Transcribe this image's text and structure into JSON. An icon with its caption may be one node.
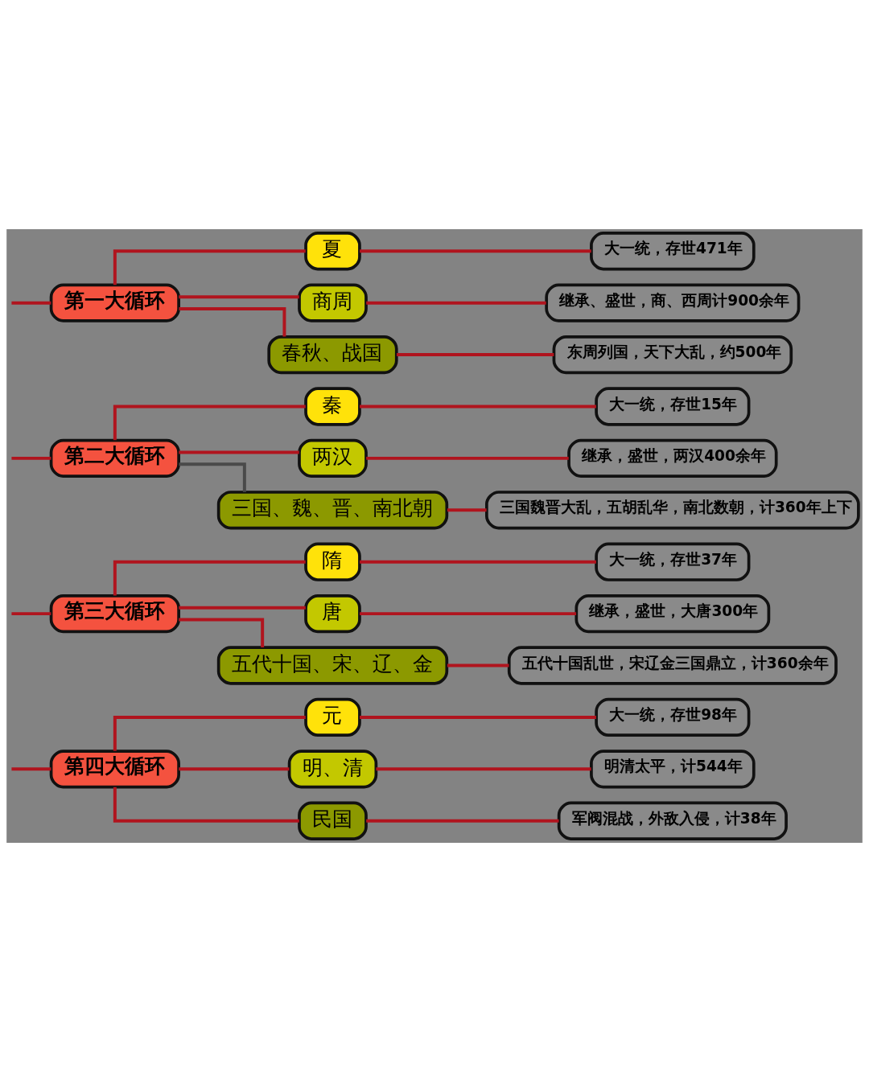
{
  "diagram": {
    "nodes": [
      {
        "text": [
          "第一大循环"
        ]
      },
      {
        "text": [
          "夏"
        ]
      },
      {
        "text": [
          "大一统，存世471年"
        ]
      },
      {
        "text": [
          "商周"
        ]
      },
      {
        "text": [
          "继承、盛世，商、西周计900余年"
        ]
      },
      {
        "text": [
          "春秋、战国"
        ]
      },
      {
        "text": [
          "东周列国，天下大乱，约500年"
        ]
      },
      {
        "text": [
          "第二大循环"
        ]
      },
      {
        "text": [
          "秦"
        ]
      },
      {
        "text": [
          "大一统，存世15年"
        ]
      },
      {
        "text": [
          "两汉"
        ]
      },
      {
        "text": [
          "继承，盛世，两汉400余年"
        ]
      },
      {
        "text": [
          "三国、魏、晋、南北朝"
        ]
      },
      {
        "text": [
          "三国魏晋大乱，五胡乱华，南北数朝，计360年上下"
        ]
      },
      {
        "text": [
          "第三大循环"
        ]
      },
      {
        "text": [
          "隋"
        ]
      },
      {
        "text": [
          "大一统，存世37年"
        ]
      },
      {
        "text": [
          "唐"
        ]
      },
      {
        "text": [
          "继承，盛世，大唐300年"
        ]
      },
      {
        "text": [
          "五代十国、宋、辽、金"
        ]
      },
      {
        "text": [
          "五代十国乱世，宋辽金三国鼎立，计360余年"
        ]
      },
      {
        "text": [
          "第四大循环"
        ]
      },
      {
        "text": [
          "元"
        ]
      },
      {
        "text": [
          "大一统，存世98年"
        ]
      },
      {
        "text": [
          "明、清"
        ]
      },
      {
        "text": [
          "明清太平，计544年"
        ]
      },
      {
        "text": [
          "民国"
        ]
      },
      {
        "text": [
          "军阀混战，外敌入侵，计38年"
        ]
      }
    ],
    "edges": [
      {
        "from": null,
        "to": 0,
        "arrow": "none"
      },
      {
        "from": 0,
        "to": 1,
        "arrow": "none"
      },
      {
        "from": 1,
        "to": 2,
        "arrow": "none"
      },
      {
        "from": 0,
        "to": 3,
        "arrow": "none"
      },
      {
        "from": 3,
        "to": 4,
        "arrow": "none"
      },
      {
        "from": 0,
        "to": 5,
        "arrow": "none"
      },
      {
        "from": 5,
        "to": 6,
        "arrow": "none"
      },
      {
        "from": null,
        "to": 7,
        "arrow": "none"
      },
      {
        "from": 7,
        "to": 8,
        "arrow": "none"
      },
      {
        "from": 8,
        "to": 9,
        "arrow": "none"
      },
      {
        "from": 7,
        "to": 10,
        "arrow": "none"
      },
      {
        "from": 10,
        "to": 11,
        "arrow": "none"
      },
      {
        "from": 7,
        "to": 12,
        "arrow": "none",
        "color": "#4a4a4a"
      },
      {
        "from": 12,
        "to": 13,
        "arrow": "none"
      },
      {
        "from": null,
        "to": 14,
        "arrow": "none"
      },
      {
        "from": 14,
        "to": 15,
        "arrow": "none"
      },
      {
        "from": 15,
        "to": 16,
        "arrow": "none"
      },
      {
        "from": 14,
        "to": 17,
        "arrow": "none"
      },
      {
        "from": 17,
        "to": 18,
        "arrow": "none"
      },
      {
        "from": 14,
        "to": 19,
        "arrow": "none"
      },
      {
        "from": 19,
        "to": 20,
        "arrow": "none"
      },
      {
        "from": null,
        "to": 21,
        "arrow": "none"
      },
      {
        "from": 21,
        "to": 22,
        "arrow": "none"
      },
      {
        "from": 22,
        "to": 23,
        "arrow": "none"
      },
      {
        "from": 21,
        "to": 24,
        "arrow": "none"
      },
      {
        "from": 24,
        "to": 25,
        "arrow": "none"
      },
      {
        "from": 21,
        "to": 26,
        "arrow": "none"
      },
      {
        "from": 26,
        "to": 27,
        "arrow": "none"
      }
    ]
  }
}
